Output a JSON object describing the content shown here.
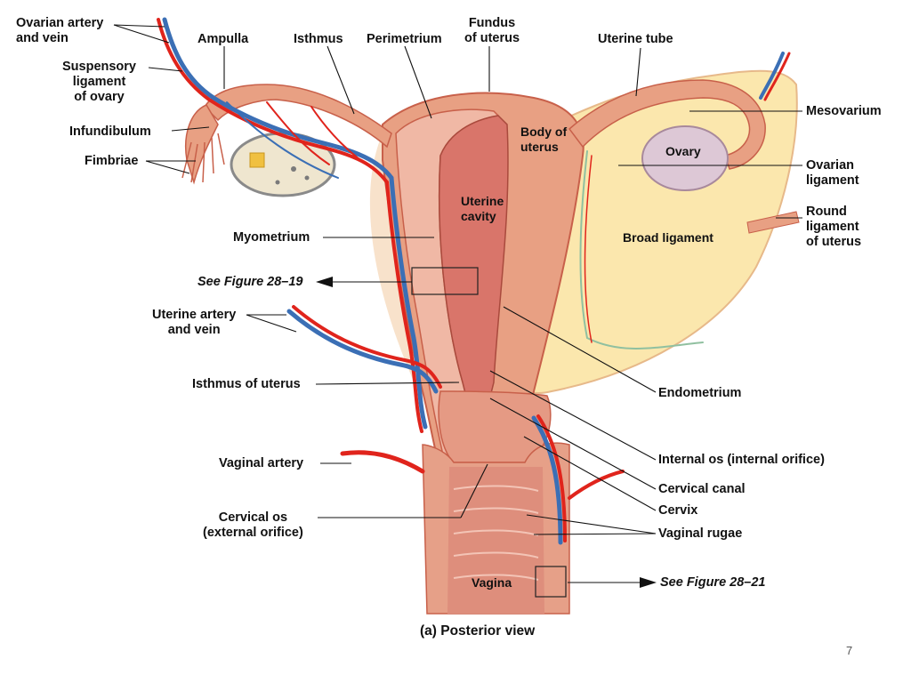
{
  "labels": {
    "ovarian_artery_vein": "Ovarian artery\nand vein",
    "ampulla": "Ampulla",
    "isthmus": "Isthmus",
    "perimetrium": "Perimetrium",
    "fundus": "Fundus\nof uterus",
    "uterine_tube": "Uterine  tube",
    "suspensory_ligament": "Suspensory\nligament\nof ovary",
    "mesovarium": "Mesovarium",
    "infundibulum": "Infundibulum",
    "fimbriae": "Fimbriae",
    "body_of_uterus": "Body of\nuterus",
    "ovary": "Ovary",
    "ovarian_ligament": "Ovarian\nligament",
    "uterine_cavity": "Uterine\ncavity",
    "round_ligament": "Round\nligament\nof uterus",
    "broad_ligament": "Broad ligament",
    "myometrium": "Myometrium",
    "see_fig_19": "See Figure 28–19",
    "uterine_artery_vein": "Uterine artery\nand vein",
    "isthmus_of_uterus": "Isthmus of uterus",
    "endometrium": "Endometrium",
    "vaginal_artery": "Vaginal artery",
    "internal_os": "Internal os (internal orifice)",
    "cervical_canal": "Cervical canal",
    "cervix": "Cervix",
    "cervical_os": "Cervical os\n(external orifice)",
    "vaginal_rugae": "Vaginal rugae",
    "vagina": "Vagina",
    "see_fig_21": "See Figure 28–21",
    "caption": "(a)  Posterior view"
  },
  "page_number": "7",
  "colors": {
    "tissue": "#e8a083",
    "tissue_dark": "#c8604a",
    "cavity": "#d9756a",
    "ligament": "#fbe7ad",
    "artery": "#e0241c",
    "vein": "#3b6fb5",
    "ovary": "#ddc8d6",
    "leader": "#111111"
  }
}
